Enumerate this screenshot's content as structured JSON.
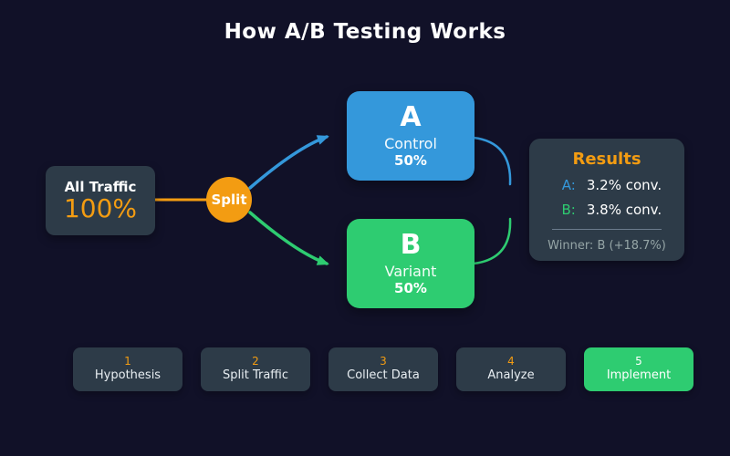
{
  "title": "How A/B Testing Works",
  "colors": {
    "background": "#111128",
    "panel": "#2d3b48",
    "orange": "#f39c12",
    "blue": "#3498db",
    "green": "#2ecc71",
    "muted_text": "#95a5a6",
    "white": "#ffffff"
  },
  "flow": {
    "traffic": {
      "label": "All Traffic",
      "value": "100%"
    },
    "split": {
      "label": "Split"
    },
    "variant_a": {
      "letter": "A",
      "name": "Control",
      "share": "50%"
    },
    "variant_b": {
      "letter": "B",
      "name": "Variant",
      "share": "50%"
    },
    "results": {
      "title": "Results",
      "rows": [
        {
          "label": "A:",
          "value": "3.2% conv."
        },
        {
          "label": "B:",
          "value": "3.8% conv."
        }
      ],
      "winner": "Winner: B (+18.7%)"
    }
  },
  "steps": [
    {
      "number": "1",
      "label": "Hypothesis",
      "highlight": false
    },
    {
      "number": "2",
      "label": "Split Traffic",
      "highlight": false
    },
    {
      "number": "3",
      "label": "Collect Data",
      "highlight": false
    },
    {
      "number": "4",
      "label": "Analyze",
      "highlight": false
    },
    {
      "number": "5",
      "label": "Implement",
      "highlight": true
    }
  ]
}
